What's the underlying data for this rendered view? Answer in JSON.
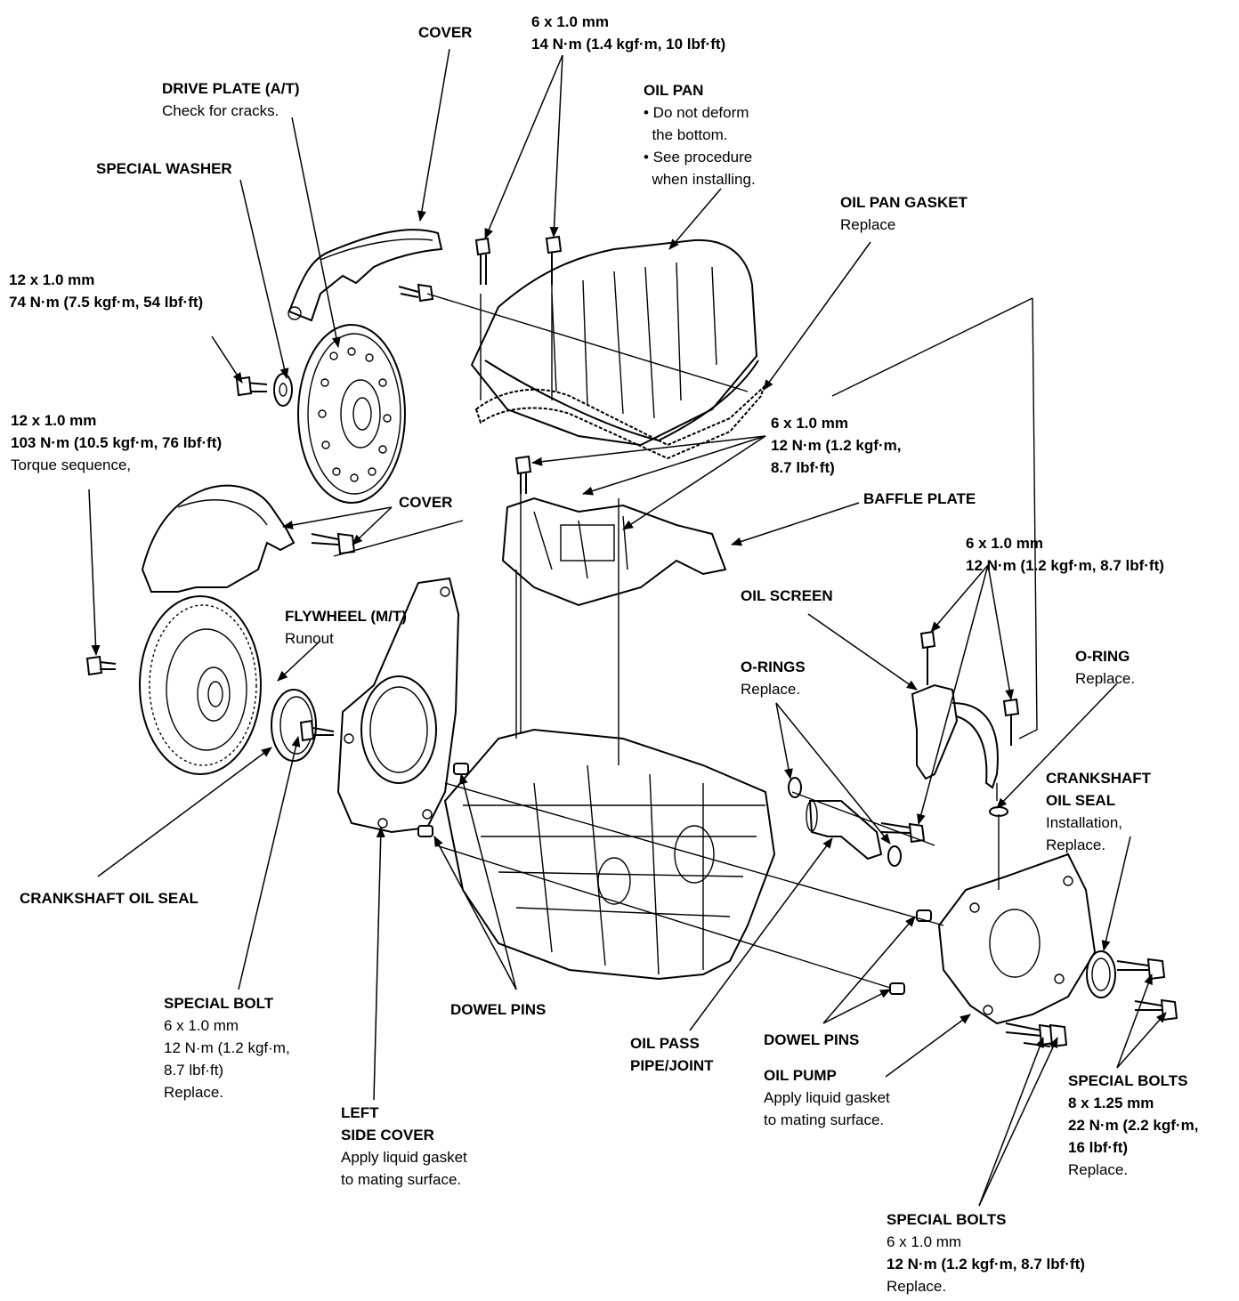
{
  "diagram": {
    "subject": "Engine lower block exploded view - oil pan, flywheel, drive plate, oil pump",
    "labels": [
      {
        "id": "cover-top",
        "title": "COVER",
        "lines": []
      },
      {
        "id": "oil-pan-bolt-torque",
        "title": "6 x 1.0 mm",
        "lines": [
          "14 N·m (1.4 kgf·m, 10 lbf·ft)"
        ]
      },
      {
        "id": "drive-plate",
        "title": "DRIVE PLATE (A/T)",
        "lines": [
          "Check for cracks."
        ]
      },
      {
        "id": "oil-pan",
        "title": "OIL PAN",
        "lines": [
          "• Do not deform",
          "  the bottom.",
          "• See procedure",
          "  when installing."
        ]
      },
      {
        "id": "special-washer",
        "title": "SPECIAL WASHER",
        "lines": []
      },
      {
        "id": "oil-pan-gasket",
        "title": "OIL PAN GASKET",
        "lines": [
          "Replace"
        ]
      },
      {
        "id": "drive-plate-bolt",
        "title": "12 x 1.0 mm",
        "lines": [
          "74 N·m (7.5 kgf·m, 54 lbf·ft)"
        ]
      },
      {
        "id": "flywheel-bolt",
        "title": "12 x 1.0 mm",
        "lines": [
          "103 N·m (10.5 kgf·m, 76 lbf·ft)",
          "Torque sequence,"
        ]
      },
      {
        "id": "baffle-bolt",
        "title": "6 x 1.0 mm",
        "lines": [
          "12 N·m (1.2 kgf·m,",
          "8.7 lbf·ft)"
        ]
      },
      {
        "id": "cover-mid",
        "title": "COVER",
        "lines": []
      },
      {
        "id": "baffle-plate",
        "title": "BAFFLE PLATE",
        "lines": []
      },
      {
        "id": "oil-screen-bolt",
        "title": "6 x 1.0 mm",
        "lines": [
          "12 N·m (1.2 kgf·m, 8.7 lbf·ft)"
        ]
      },
      {
        "id": "oil-screen",
        "title": "OIL SCREEN",
        "lines": []
      },
      {
        "id": "flywheel",
        "title": "FLYWHEEL (M/T)",
        "lines": [
          "Runout"
        ]
      },
      {
        "id": "o-rings",
        "title": "O-RINGS",
        "lines": [
          "Replace."
        ]
      },
      {
        "id": "o-ring",
        "title": "O-RING",
        "lines": [
          "Replace."
        ]
      },
      {
        "id": "crankshaft-oil-seal-right",
        "title": "CRANKSHAFT",
        "lines": [
          "OIL SEAL",
          "Installation,",
          "Replace."
        ]
      },
      {
        "id": "crankshaft-oil-seal-left",
        "title": "CRANKSHAFT OIL SEAL",
        "lines": []
      },
      {
        "id": "special-bolt",
        "title": "SPECIAL BOLT",
        "lines": [
          "6 x 1.0 mm",
          "12 N·m (1.2 kgf·m,",
          "8.7 lbf·ft)",
          "Replace."
        ]
      },
      {
        "id": "dowel-pins-left",
        "title": "DOWEL PINS",
        "lines": []
      },
      {
        "id": "oil-pass-pipe",
        "title": "OIL PASS",
        "lines": [
          "PIPE/JOINT"
        ]
      },
      {
        "id": "dowel-pins-right",
        "title": "DOWEL PINS",
        "lines": []
      },
      {
        "id": "oil-pump",
        "title": "OIL PUMP",
        "lines": [
          "Apply liquid gasket",
          "to mating surface."
        ]
      },
      {
        "id": "special-bolts-8",
        "title": "SPECIAL BOLTS",
        "lines": [
          "8 x 1.25 mm",
          "22 N·m (2.2 kgf·m,",
          "16 lbf·ft)",
          "Replace."
        ]
      },
      {
        "id": "left-side-cover",
        "title": "LEFT",
        "lines": [
          "SIDE COVER",
          "Apply liquid gasket",
          "to mating surface."
        ]
      },
      {
        "id": "special-bolts-6",
        "title": "SPECIAL BOLTS",
        "lines": [
          "6 x 1.0 mm",
          "12 N·m (1.2 kgf·m, 8.7 lbf·ft)",
          "Replace."
        ]
      }
    ]
  }
}
